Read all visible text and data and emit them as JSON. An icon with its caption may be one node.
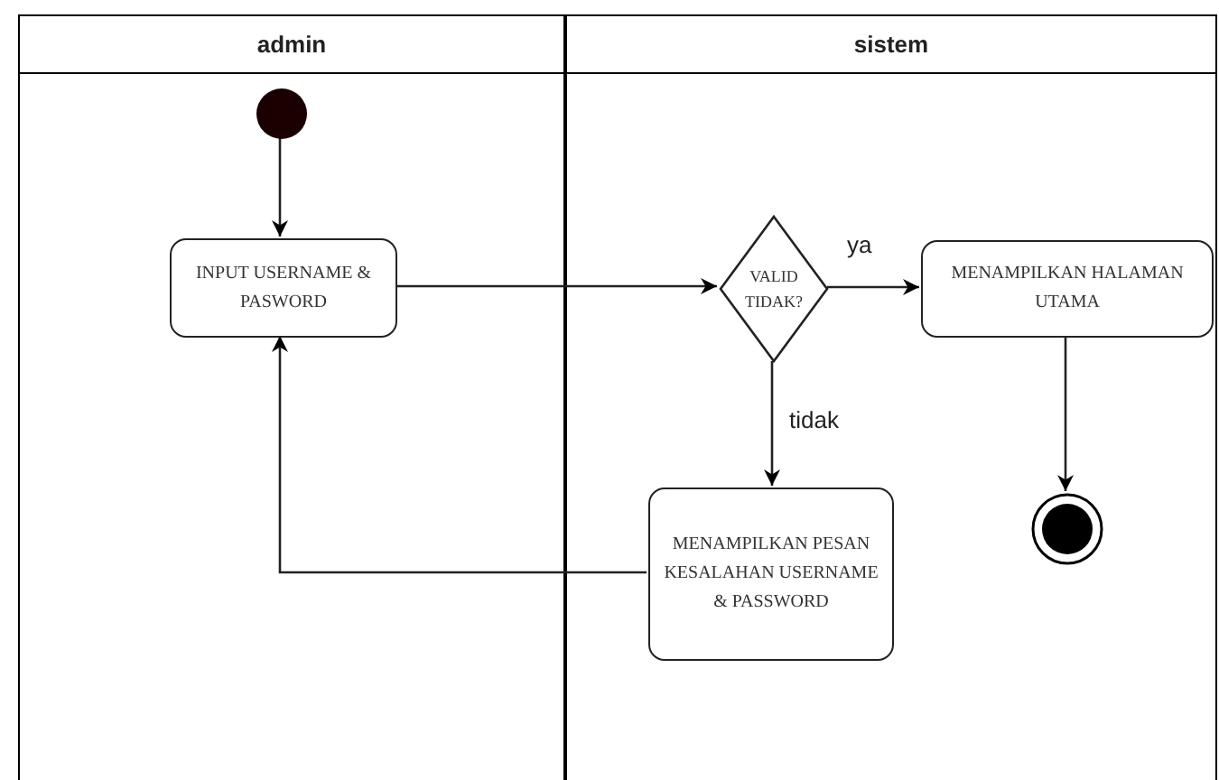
{
  "diagram": {
    "nodes": [
      {
        "text": [
          "admin"
        ]
      },
      {
        "text": [
          "sistem"
        ]
      },
      {
        "text": [],
        "shape": "circle",
        "in": 0
      },
      {
        "text": [
          "INPUT USERNAME & PASWORD"
        ],
        "in": 0
      },
      {
        "text": [
          "VALID TIDAK?"
        ],
        "in": 1
      },
      {
        "text": [
          "MENAMPILKAN HALAMAN UTAMA"
        ],
        "in": 1
      },
      {
        "text": [
          "MENAMPILKAN PESAN KESALAHAN USERNAME & PASSWORD"
        ],
        "in": 1
      },
      {
        "text": [],
        "shape": "circle",
        "in": 1
      }
    ],
    "edges": [
      {
        "from": 2,
        "to": 3,
        "arrow": "to"
      },
      {
        "from": 3,
        "to": 4,
        "arrow": "to"
      },
      {
        "from": 4,
        "to": 5,
        "arrow": "to",
        "label": "ya"
      },
      {
        "from": 4,
        "to": 6,
        "arrow": "to",
        "label": "tidak"
      },
      {
        "from": 6,
        "to": 3,
        "arrow": "to"
      },
      {
        "from": 5,
        "to": 7,
        "arrow": "to"
      }
    ]
  }
}
